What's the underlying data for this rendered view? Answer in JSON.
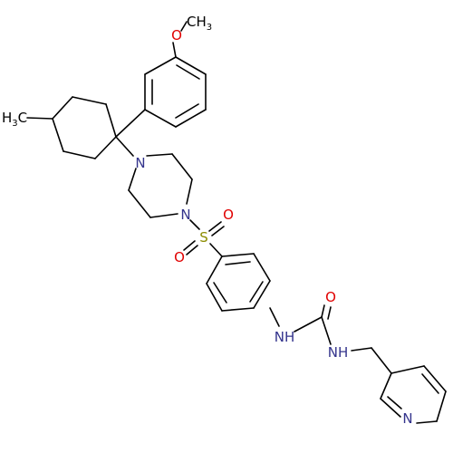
{
  "colors": {
    "bond": "#000000",
    "carbon": "#000000",
    "nitrogen": "#33338c",
    "oxygen": "#e00000",
    "sulfur": "#8c8c00",
    "background": "#ffffff"
  },
  "labels": {
    "methoxy_o": "O",
    "methoxy_ch": "CH",
    "methoxy_sub": "3",
    "methyl_h": "H",
    "methyl_sub": "3",
    "methyl_c": "C",
    "pip_n_top": "N",
    "pip_n_bottom": "N",
    "sulfonyl_s": "S",
    "sulfonyl_o_right": "O",
    "sulfonyl_o_left": "O",
    "urea_o": "O",
    "urea_nh1": "NH",
    "urea_nh2": "NH",
    "pyridine_n": "N"
  }
}
